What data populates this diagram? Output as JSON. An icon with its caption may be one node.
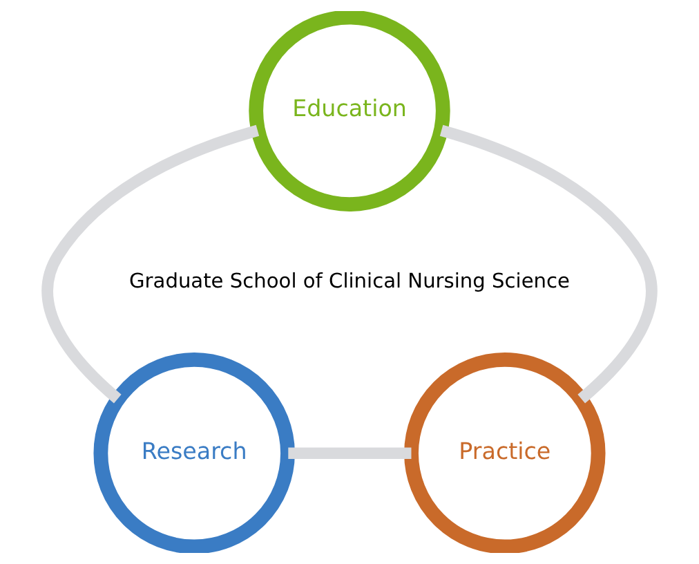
{
  "diagram": {
    "nodes": [
      {
        "text": [
          "Education"
        ]
      },
      {
        "text": [
          "Research"
        ]
      },
      {
        "text": [
          "Practice"
        ]
      }
    ],
    "edges": [
      {
        "from": 1,
        "to": 0,
        "arrow": "none"
      },
      {
        "from": 0,
        "to": 2,
        "arrow": "none"
      },
      {
        "from": 1,
        "to": 2,
        "arrow": "none"
      }
    ],
    "labels": [
      "Graduate School of Clinical Nursing Science"
    ]
  }
}
